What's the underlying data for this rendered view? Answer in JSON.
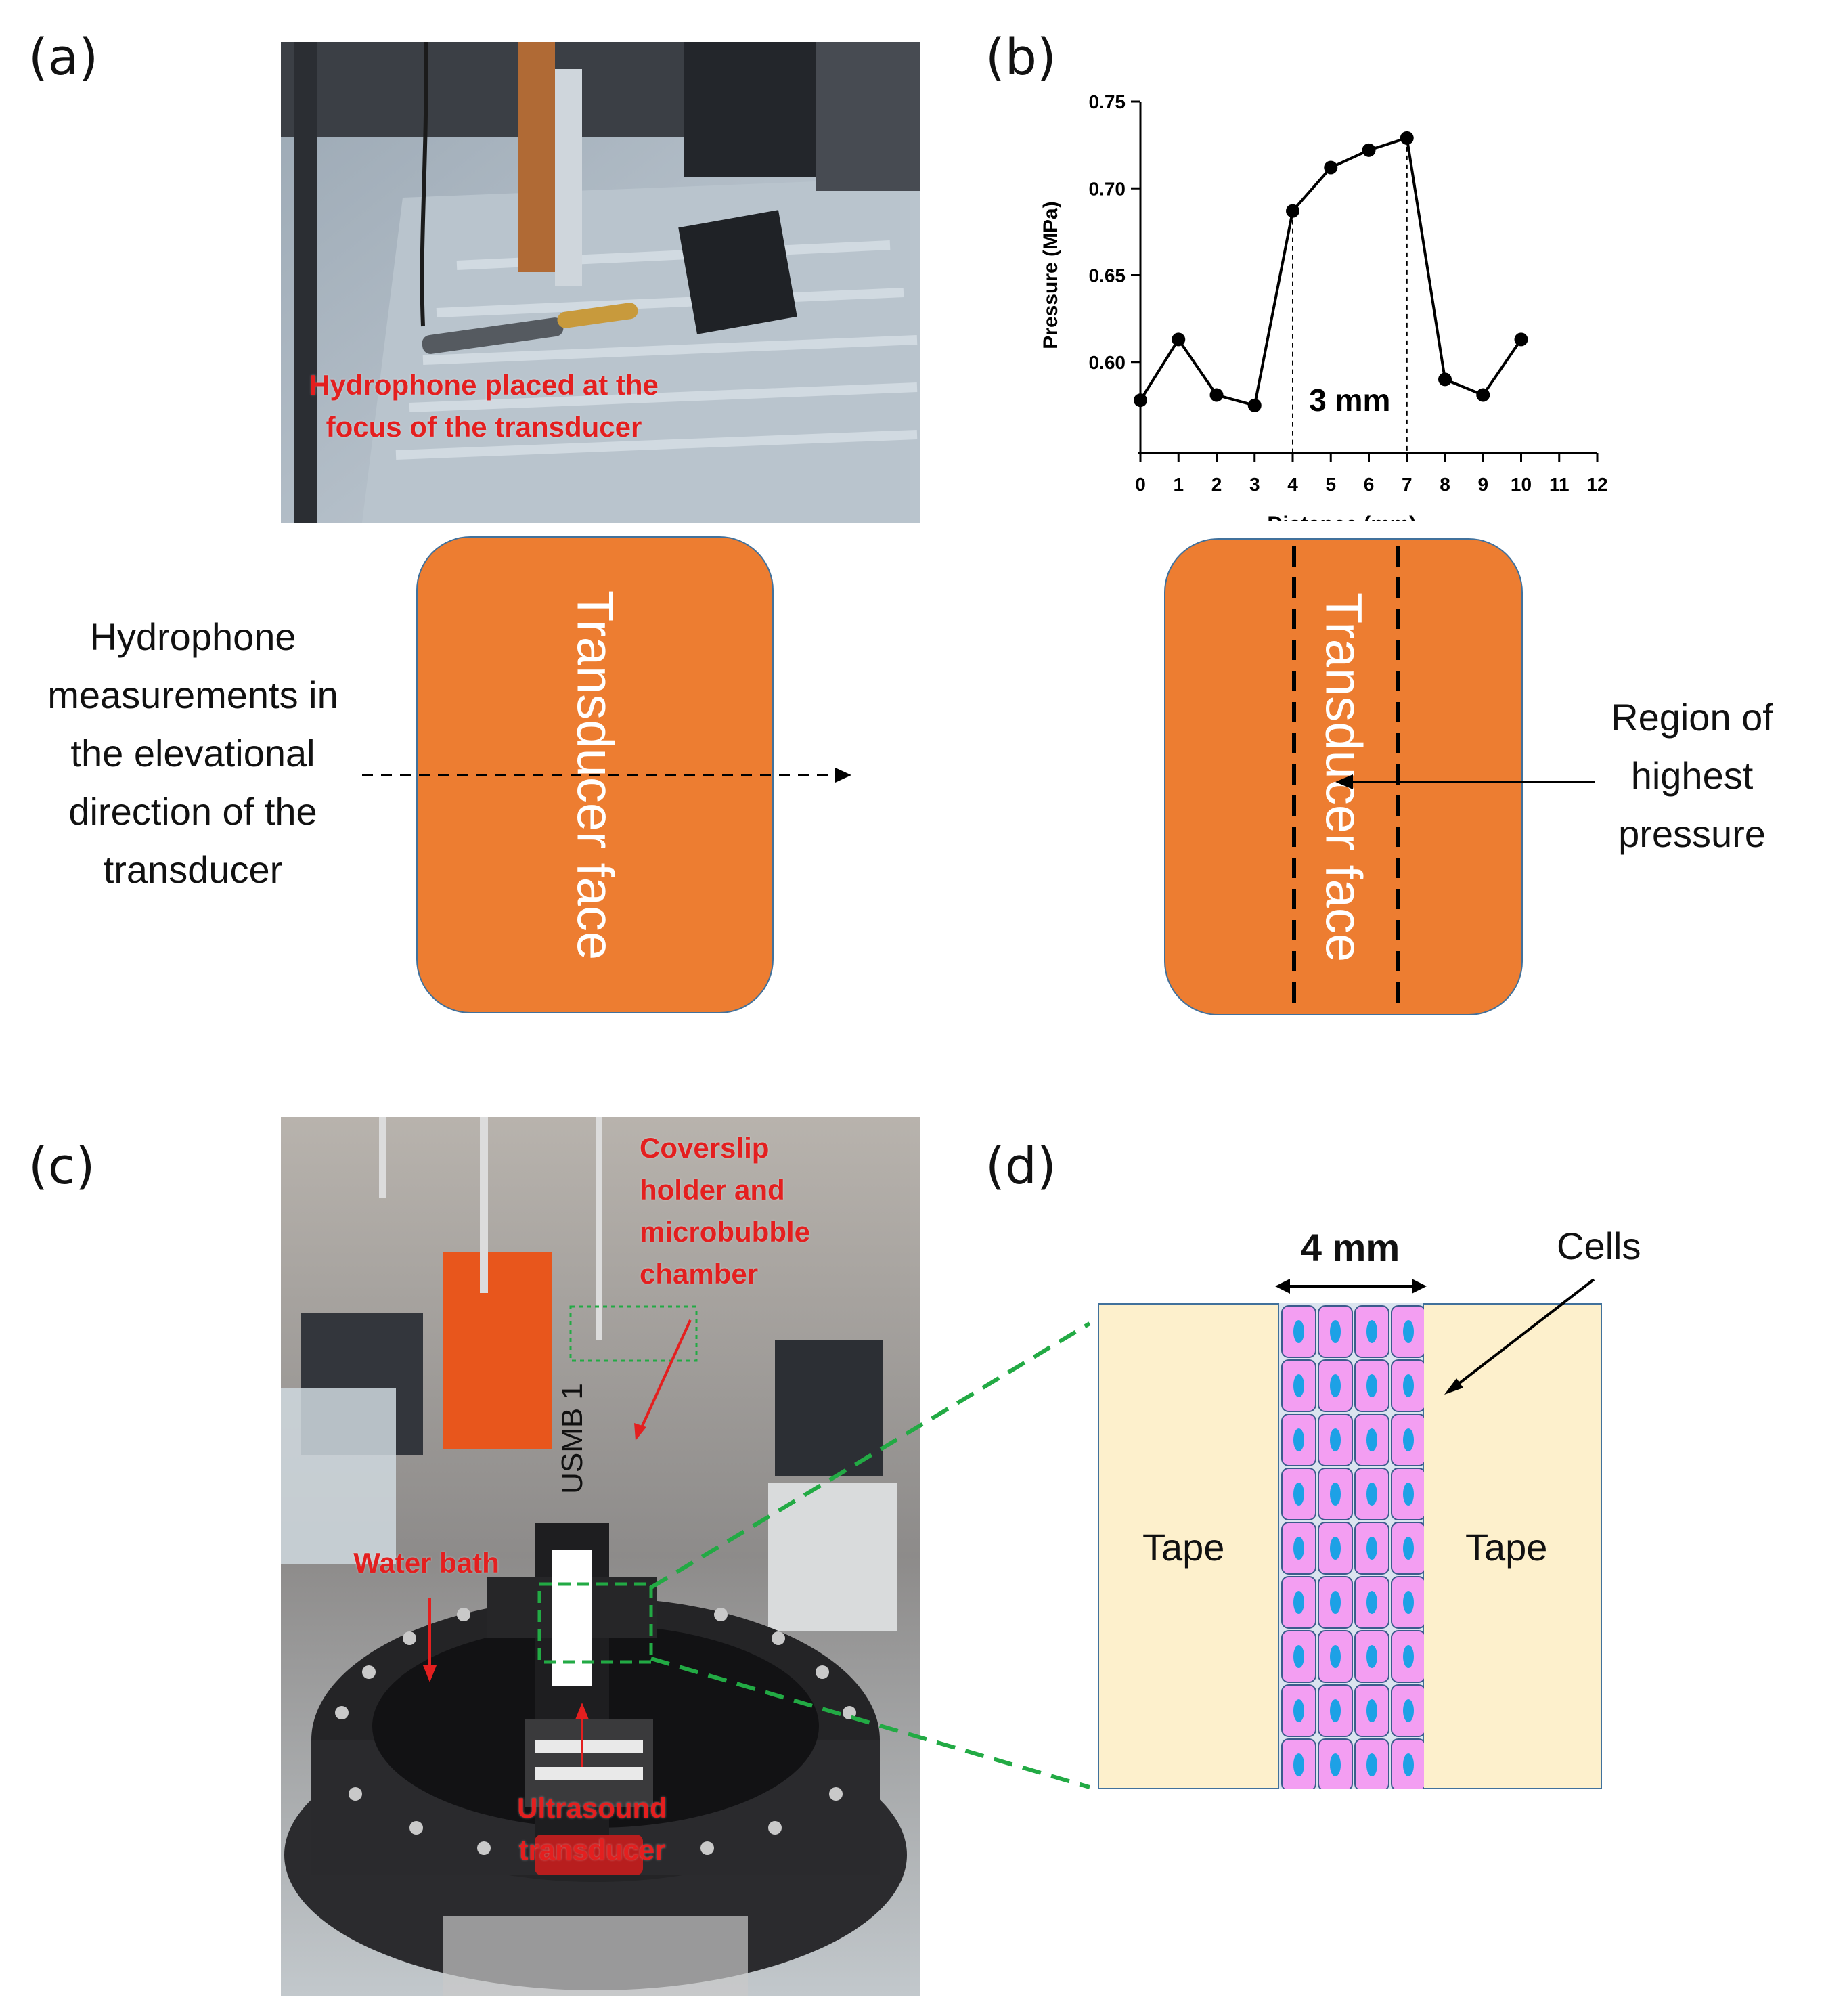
{
  "panels": {
    "a": {
      "label": "(a)",
      "photo_caption": "Hydrophone placed at the focus of the transducer",
      "measurement_text": "Hydrophone measurements in the elevational direction of the transducer",
      "transducer_label": "Transducer face"
    },
    "b": {
      "label": "(b)",
      "span_label": "3 mm",
      "transducer_label": "Transducer face",
      "region_text": "Region of highest pressure"
    },
    "c": {
      "label": "(c)",
      "annotation_coverslip": "Coverslip holder and microbubble chamber",
      "annotation_water": "Water bath",
      "annotation_transducer": "Ultrasound transducer",
      "device_label": "USMB 1"
    },
    "d": {
      "label": "(d)",
      "width_label": "4 mm",
      "cells_label": "Cells",
      "tape_left": "Tape",
      "tape_right": "Tape"
    }
  },
  "chart_data": {
    "type": "line",
    "xlabel": "Distance (mm)",
    "ylabel": "Pressure (MPa)",
    "x": [
      0,
      1,
      2,
      3,
      4,
      5,
      6,
      7,
      8,
      9,
      10
    ],
    "series": [
      {
        "values": [
          0.578,
          0.613,
          0.581,
          0.575,
          0.687,
          0.712,
          0.722,
          0.729,
          0.59,
          0.581,
          0.613
        ]
      }
    ],
    "xlim": [
      0,
      12
    ],
    "ylim": [
      0.55,
      0.75
    ],
    "xticks": [
      "0",
      "1",
      "2",
      "3",
      "4",
      "5",
      "6",
      "7",
      "8",
      "9",
      "10",
      "11",
      "12"
    ],
    "yticks": [
      "0.60",
      "0.65",
      "0.70",
      "0.75"
    ],
    "ytick_values": [
      0.6,
      0.65,
      0.7,
      0.75
    ],
    "reference_lines_x": [
      4,
      7
    ],
    "grid": false,
    "colors": {
      "line": "#000000"
    }
  },
  "colors": {
    "transducer": "#ed7d31",
    "caption_red": "#e41f1f",
    "tape": "#fdf0cc",
    "cell": "#f39ef2",
    "nucleus": "#1da1e6",
    "green_dash": "#22aa44"
  }
}
